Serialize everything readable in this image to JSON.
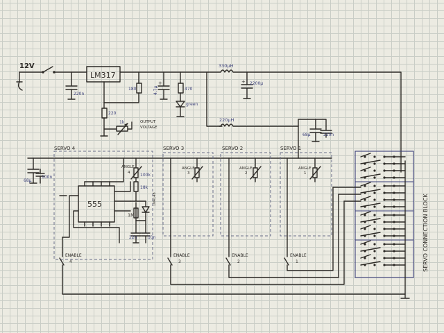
{
  "labels": {
    "supply": "12V",
    "regulator": "LM317",
    "timer": "555",
    "output_voltage_line1": "OUTPUT",
    "output_voltage_line2": "VOLTAGE",
    "connection_block": "SERVO CONNECTION BLOCK"
  },
  "components": {
    "c_in": "220n",
    "r1": "180",
    "r2": "220",
    "pot_out": "1k",
    "c_out": "4,7μ",
    "r_led": "470",
    "led": "green",
    "l1": "330μH",
    "c_main": "2200μ",
    "l2": "220μH",
    "c_aux1": "68μ",
    "c_aux2": "220n",
    "c_left1": "68μ",
    "c_left2": "100n",
    "r_100k": "100k",
    "r_18k": "18k",
    "r_1m": "1M",
    "diode": "1N4148",
    "c_22n": "22n",
    "c_10n": "10n"
  },
  "servos": [
    {
      "title": "SERVO 4",
      "angle": "ANGLE",
      "angle_no": "4",
      "enable": "ENABLE",
      "enable_no": "4"
    },
    {
      "title": "SERVO 3",
      "angle": "ANGLE",
      "angle_no": "3",
      "enable": "ENABLE",
      "enable_no": "3"
    },
    {
      "title": "SERVO 2",
      "angle": "ANGLE",
      "angle_no": "2",
      "enable": "ENABLE",
      "enable_no": "2"
    },
    {
      "title": "SERVO 1",
      "angle": "ANGLE",
      "angle_no": "1",
      "enable": "ENABLE",
      "enable_no": "1"
    }
  ],
  "colors": {
    "ink": "#2d2a26",
    "blue_ink": "#3a3f7a",
    "paper": "#ecebe2",
    "grid": "#c9cdc6"
  }
}
